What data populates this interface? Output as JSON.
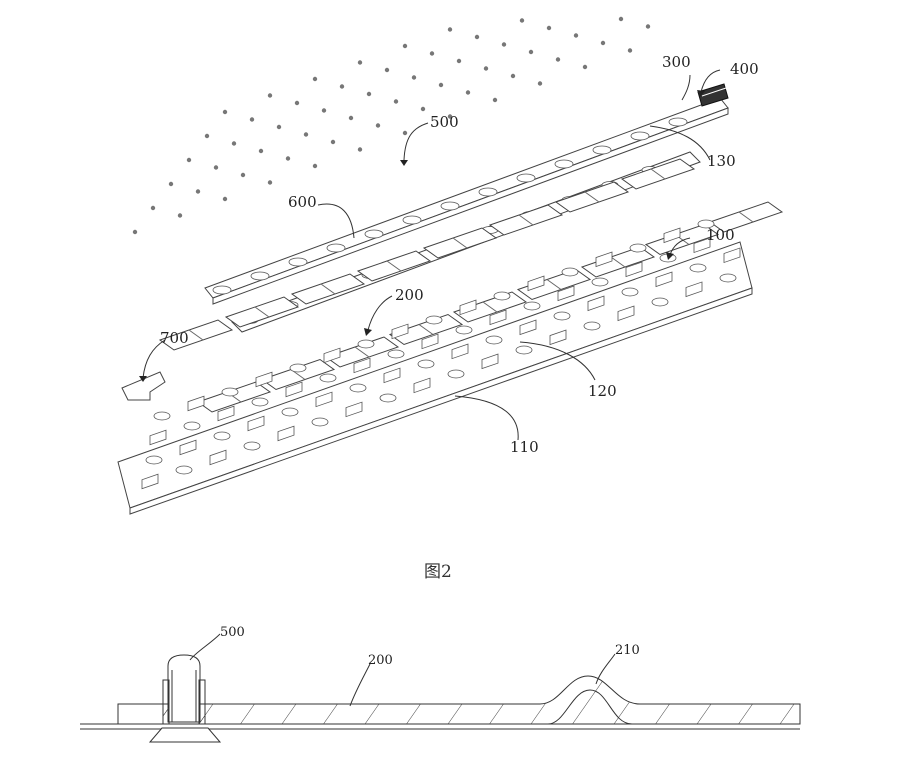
{
  "figure_caption": "图2",
  "callouts": {
    "c100": "100",
    "c110": "110",
    "c120": "120",
    "c130": "130",
    "c200": "200",
    "c300": "300",
    "c400": "400",
    "c500": "500",
    "c600": "600",
    "c700": "700"
  },
  "section": {
    "c500": "500",
    "c200": "200",
    "c210": "210"
  }
}
